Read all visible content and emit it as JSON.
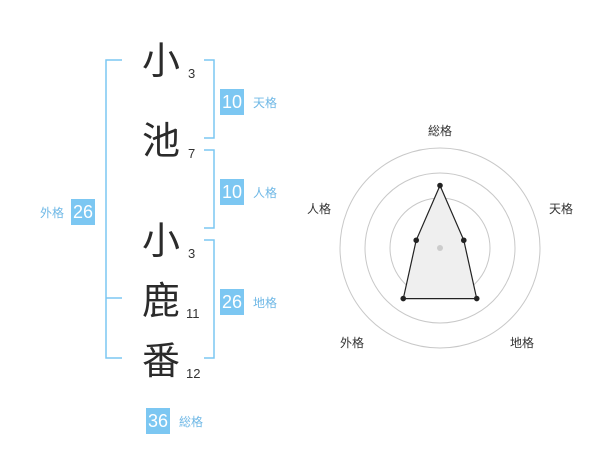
{
  "name": {
    "chars": [
      {
        "char": "小",
        "strokes": "3"
      },
      {
        "char": "池",
        "strokes": "7"
      },
      {
        "char": "小",
        "strokes": "3"
      },
      {
        "char": "鹿",
        "strokes": "11"
      },
      {
        "char": "番",
        "strokes": "12"
      }
    ]
  },
  "kaku": {
    "tenkaku": {
      "label": "天格",
      "value": "10"
    },
    "jinkaku": {
      "label": "人格",
      "value": "10"
    },
    "chikaku": {
      "label": "地格",
      "value": "26"
    },
    "gaikaku": {
      "label": "外格",
      "value": "26"
    },
    "soukaku": {
      "label": "総格",
      "value": "36"
    }
  },
  "radar": {
    "axes": [
      "総格",
      "天格",
      "地格",
      "外格",
      "人格"
    ],
    "levels": 4,
    "values": [
      2.5,
      1,
      2.5,
      2.5,
      1
    ],
    "colors": {
      "ring": "#c8c8c8",
      "fill": "#efefef",
      "line": "#222222",
      "center": "#cccccc"
    }
  },
  "colors": {
    "accent": "#7cc7f2",
    "accent_text": "#6fb8e6"
  }
}
